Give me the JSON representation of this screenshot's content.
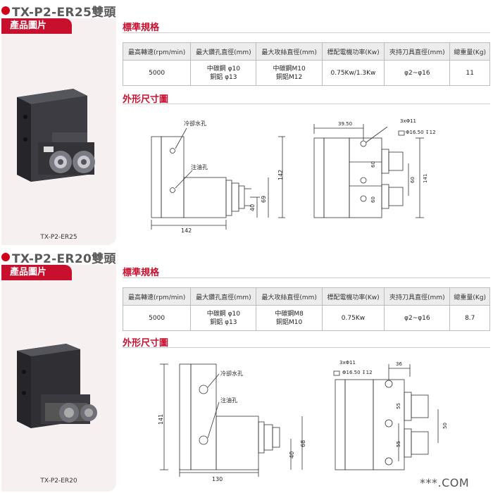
{
  "products": [
    {
      "title": "TX-P2-ER25雙頭",
      "photo_tab": "產品圖片",
      "photo_caption": "TX-P2-ER25",
      "spec_heading": "標準規格",
      "spec_headers": [
        "最高轉速(rpm/min)",
        "最大鑽孔直徑(mm)",
        "最大攻絲直徑(mm)",
        "標配電機功率(Kw)",
        "夾持刀具直徑(mm)",
        "總重量(Kg)"
      ],
      "spec_values": [
        "5000",
        "中碳鋼 φ10\n銅鋁 φ13",
        "中碳鋼M10\n銅鋁M12",
        "0.75Kw/1.3Kw",
        "φ2~φ16",
        "11"
      ],
      "dim_heading": "外形尺寸圖",
      "side_view": {
        "coolant_label": "冷卻水孔",
        "oil_label": "注油孔",
        "dim_width": "142",
        "dim_height": "142",
        "dim_69": "69",
        "dim_40": "40"
      },
      "front_view": {
        "dim_39": "39.50",
        "hole_spec": "3xΦ11",
        "counterbore_spec": "Φ16.50 ↧12",
        "dim_60a": "60",
        "dim_60b": "60",
        "dim_60c": "60",
        "dim_141": "141"
      }
    },
    {
      "title": "TX-P2-ER20雙頭",
      "photo_tab": "產品圖片",
      "photo_caption": "TX-P2-ER20",
      "spec_heading": "標準規格",
      "spec_headers": [
        "最高轉速(rpm/min)",
        "最大鑽孔直徑(mm)",
        "最大攻絲直徑(mm)",
        "標配電機功率(Kw)",
        "夾持刀具直徑(mm)",
        "總重量(Kg)"
      ],
      "spec_values": [
        "5000",
        "中碳鋼 φ10\n銅鋁 φ13",
        "中碳鋼M8\n銅鋁M10",
        "0.75Kw",
        "φ2~φ16",
        "8.7"
      ],
      "dim_heading": "外形尺寸圖",
      "side_view": {
        "coolant_label": "冷卻水孔",
        "oil_label": "注油孔",
        "dim_width": "130",
        "dim_height": "141",
        "dim_68": "68",
        "dim_40": "40"
      },
      "front_view": {
        "dim_36": "36",
        "hole_spec": "3xΦ11",
        "counterbore_spec": "Φ16.50 ↧12",
        "dim_55a": "55",
        "dim_55b": "55",
        "dim_50": "50"
      }
    }
  ],
  "watermark": "***.COM",
  "colors": {
    "accent": "#c8102e",
    "panel": "#f7f0f0",
    "header_bg": "#ececec"
  }
}
